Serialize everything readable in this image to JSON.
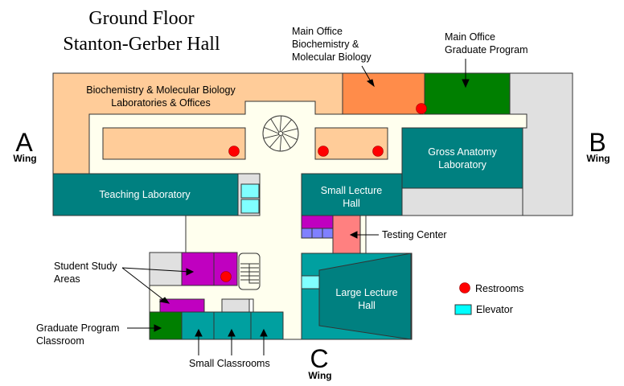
{
  "title": {
    "line1": "Ground Floor",
    "line2": "Stanton-Gerber Hall"
  },
  "wings": {
    "a": {
      "letter": "A",
      "word": "Wing"
    },
    "b": {
      "letter": "B",
      "word": "Wing"
    },
    "c": {
      "letter": "C",
      "word": "Wing"
    }
  },
  "rooms": {
    "biochem_labs": {
      "line1": "Biochemistry & Molecular Biology",
      "line2": "Laboratories & Offices"
    },
    "main_office_biochem": {
      "line1": "Main Office",
      "line2": "Biochemistry &",
      "line3": "Molecular Biology"
    },
    "main_office_grad": {
      "line1": "Main Office",
      "line2": "Graduate Program"
    },
    "gross_anatomy": {
      "line1": "Gross Anatomy",
      "line2": "Laboratory"
    },
    "teaching_lab": {
      "line1": "Teaching Laboratory"
    },
    "small_lecture": {
      "line1": "Small Lecture",
      "line2": "Hall"
    },
    "testing_center": {
      "line1": "Testing Center"
    },
    "large_lecture": {
      "line1": "Large Lecture",
      "line2": "Hall"
    },
    "student_study": {
      "line1": "Student Study",
      "line2": "Areas"
    },
    "grad_classroom": {
      "line1": "Graduate Program",
      "line2": "Classroom"
    },
    "small_classrooms": {
      "line1": "Small Classrooms"
    }
  },
  "legend": {
    "restrooms": "Restrooms",
    "elevator": "Elevator"
  },
  "colors": {
    "biochem": "#FFCC99",
    "main_office_biochem": "#FF8C4A",
    "grad_office": "#007F00",
    "teal": "#008080",
    "teal_light": "#00A0A0",
    "corridor": "#FFFFEE",
    "service": "#E0E0E0",
    "study": "#C000C0",
    "testing": "#FF8080",
    "elevator": "#80FFFF",
    "restroom": "#FF0000",
    "lockers": "#8080FF"
  }
}
